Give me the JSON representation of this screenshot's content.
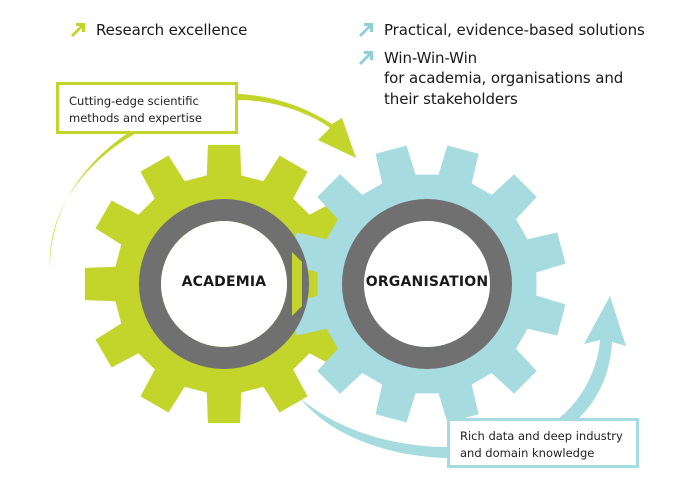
{
  "legend": {
    "research": "Research excellence",
    "practical": "Practical, evidence-based solutions",
    "winwin": "Win-Win-Win",
    "winwin_sub1": "for academia, organisations and",
    "winwin_sub2": "their stakeholders"
  },
  "callouts": {
    "left_line1": "Cutting-edge scientific",
    "left_line2": "methods and expertise",
    "right_line1": "Rich data and deep industry",
    "right_line2": "and domain knowledge"
  },
  "gears": {
    "left_label": "ACADEMIA",
    "right_label": "ORGANISATION"
  },
  "colors": {
    "green": "#c3d42b",
    "blue": "#a6dbe0",
    "ring": "#707070",
    "blue_text_arrow": "#8fd0d6"
  }
}
